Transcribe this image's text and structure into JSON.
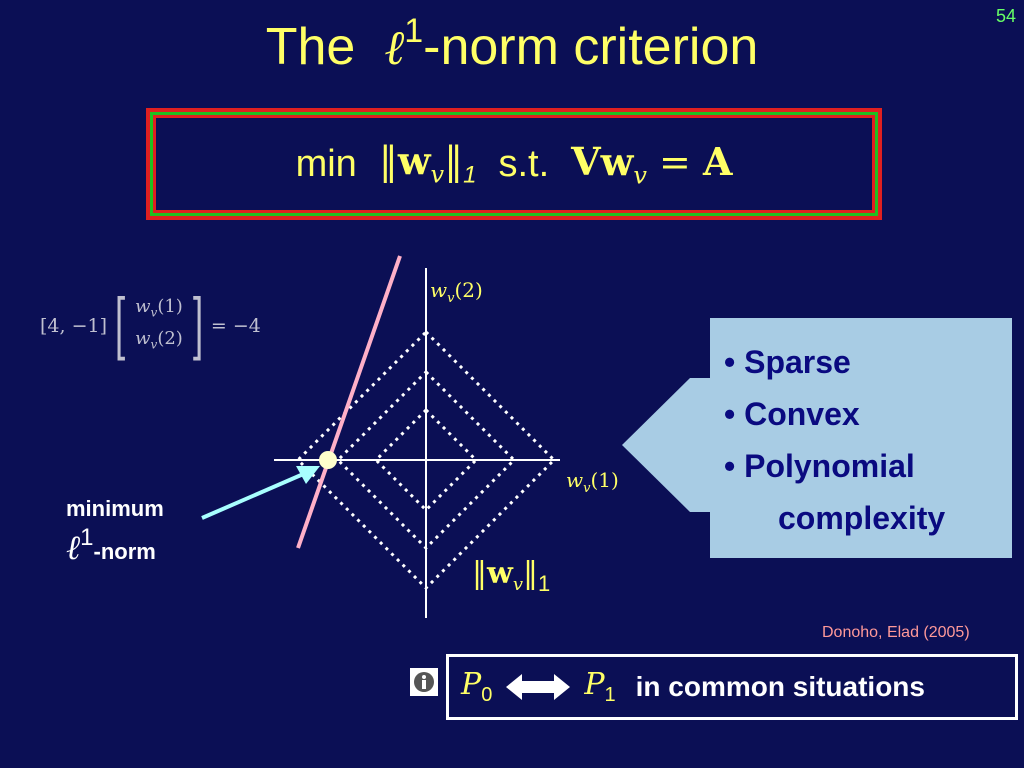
{
  "page_number": "54",
  "title": {
    "prefix": "The",
    "ell": "ℓ",
    "sup": "1",
    "suffix": "-norm criterion"
  },
  "formula": {
    "op": "min",
    "norm_open": "‖",
    "w": "w",
    "sub_v": "v",
    "norm_close": "‖",
    "norm_sub": "1",
    "st": "s.t.",
    "V": "V",
    "w2": "w",
    "sub_v2": "v",
    "equals": "=",
    "A": "A"
  },
  "constraint": {
    "row": "[4, −1]",
    "vec_top": "w",
    "vec_top_sub": "v",
    "vec_top_idx": "(1)",
    "vec_bottom": "w",
    "vec_bottom_sub": "v",
    "vec_bottom_idx": "(2)",
    "rhs": "= −4"
  },
  "axes": {
    "y_label": "w",
    "y_sub": "v",
    "y_idx": "(2)",
    "x_label": "w",
    "x_sub": "v",
    "x_idx": "(1)"
  },
  "norm_label": {
    "open": "‖",
    "w": "w",
    "sub": "v",
    "close": "‖",
    "one": "1"
  },
  "minimum_label": {
    "line1": "minimum",
    "ell": "ℓ",
    "sup": "1",
    "suffix": "-norm"
  },
  "properties": [
    "• Sparse",
    "• Convex",
    "• Polynomial",
    "complexity"
  ],
  "citation": "Donoho, Elad (2005)",
  "equivalence": {
    "p0": "P",
    "p0_sub": "0",
    "p1": "P",
    "p1_sub": "1",
    "text": "in common situations"
  },
  "icons": {
    "info": "info-icon",
    "arrow": "double-arrow-icon"
  },
  "colors": {
    "background": "#0b0f55",
    "title": "#ffff66",
    "box_border_red": "#e02020",
    "box_border_green": "#20c020",
    "constraint_line": "#ffb0c8",
    "callout_fill": "#a8cce4",
    "pointer_arrow": "#a8ffff",
    "citation": "#ff9999"
  }
}
